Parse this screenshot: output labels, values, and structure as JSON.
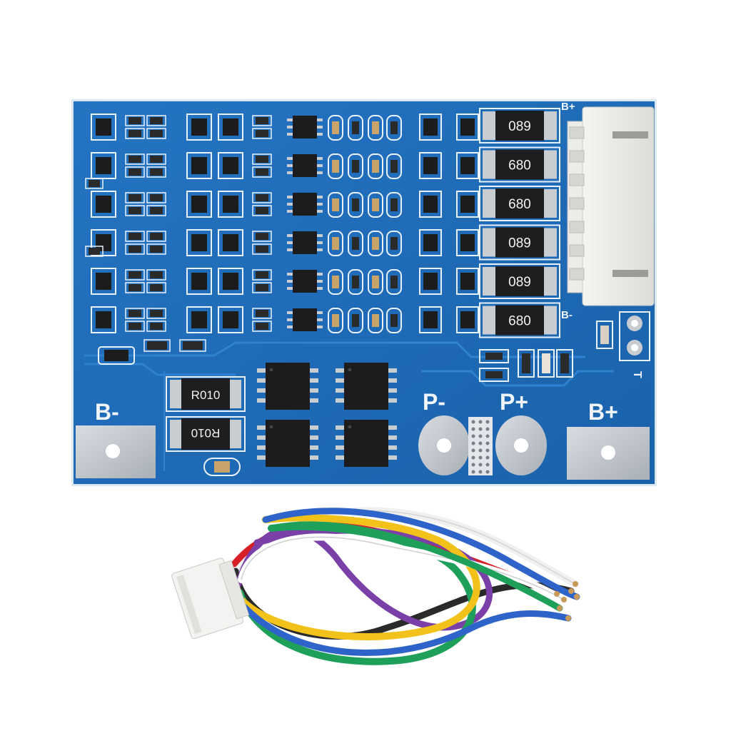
{
  "board": {
    "labels": {
      "b_minus": "B-",
      "p_minus": "P-",
      "p_plus": "P+",
      "b_plus": "B+",
      "header_b_plus": "B+",
      "header_b_minus": "B-",
      "t_pin": "T"
    },
    "big_resistors": [
      "089",
      "680",
      "680",
      "089",
      "089",
      "680"
    ],
    "shunt_resistors": [
      "R010",
      "R010"
    ]
  },
  "colors": {
    "pcb": "#1f6cb8",
    "pcb_dark": "#165a9d",
    "silk": "#e9f1fb",
    "pad": "#c9cdd2",
    "chip": "#1c1c1e"
  }
}
